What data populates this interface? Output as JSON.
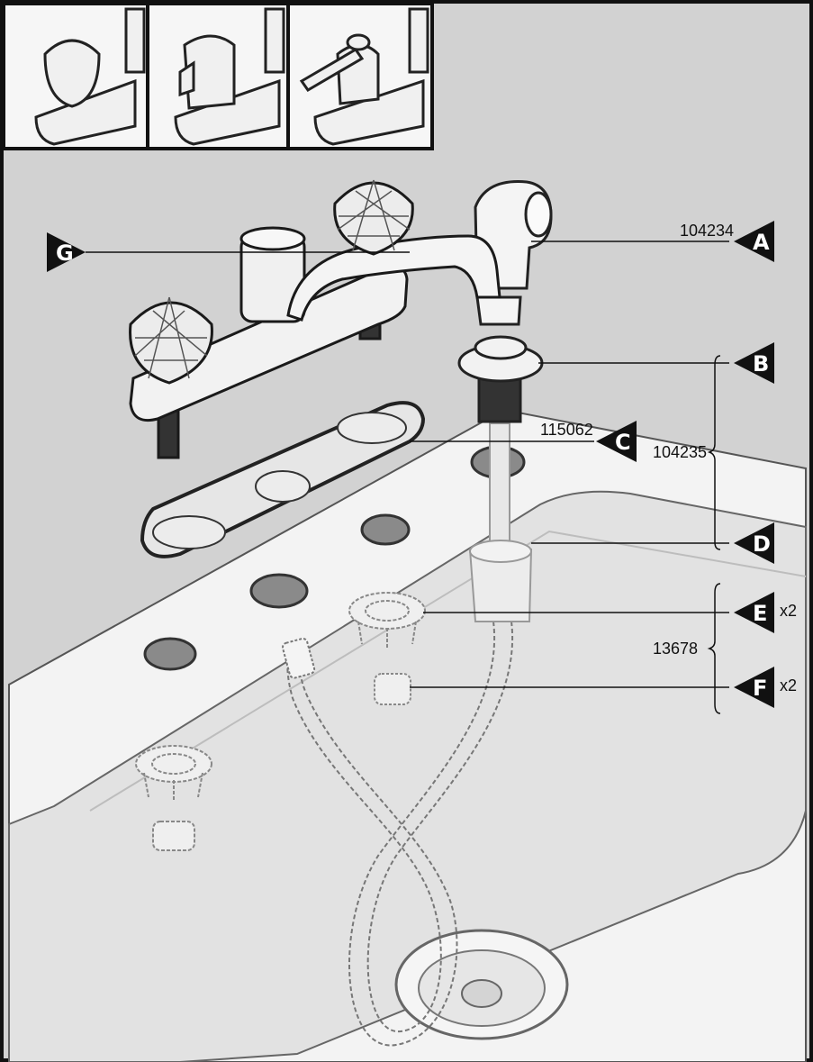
{
  "parts": {
    "A": {
      "letter": "A",
      "number": "104234",
      "qty": ""
    },
    "B": {
      "letter": "B",
      "number": "",
      "qty": ""
    },
    "C": {
      "letter": "C",
      "number": "115062",
      "qty": ""
    },
    "D": {
      "letter": "D",
      "number": "",
      "qty": ""
    },
    "E": {
      "letter": "E",
      "number": "",
      "qty": "x2"
    },
    "F": {
      "letter": "F",
      "number": "",
      "qty": "x2"
    },
    "G": {
      "letter": "G",
      "number": "",
      "qty": ""
    }
  },
  "groups": {
    "B_D": {
      "number": "104235"
    },
    "E_F": {
      "number": "13678"
    }
  },
  "variants": [
    "knob-handle-variant",
    "lever-handle-variant",
    "single-lever-handle-variant"
  ],
  "colors": {
    "background": "#d2d2d2",
    "sink": "#f4f4f4",
    "outline": "#1a1a1a",
    "tag": "#111111"
  }
}
